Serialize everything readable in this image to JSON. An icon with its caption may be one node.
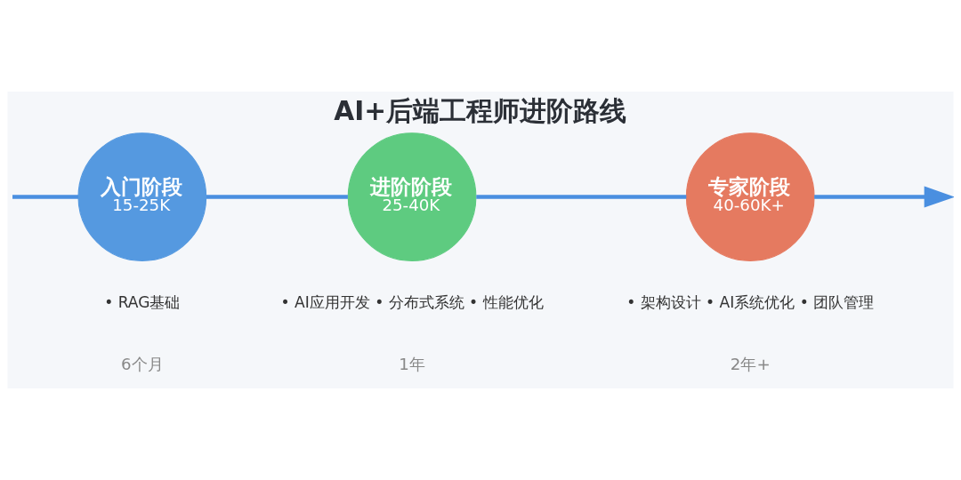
{
  "diagram": {
    "title": "AI+后端工程师进阶路线",
    "nodes": [
      {
        "text": [
          "入门阶段",
          "15-25K"
        ],
        "beside": [
          "• RAG基础",
          "6个月"
        ]
      },
      {
        "text": [
          "进阶阶段",
          "25-40K"
        ],
        "beside": [
          "• AI应用开发 • 分布式系统 • 性能优化",
          "1年"
        ]
      },
      {
        "text": [
          "专家阶段",
          "40-60K+"
        ],
        "beside": [
          "• 架构设计 • AI系统优化 • 团队管理",
          "2年+"
        ]
      }
    ],
    "edges": [
      {
        "from": null,
        "to": 0,
        "arrow": "none"
      },
      {
        "from": 0,
        "to": 1,
        "arrow": "none"
      },
      {
        "from": 1,
        "to": 2,
        "arrow": "none"
      },
      {
        "from": 2,
        "to": null,
        "arrow": "to"
      }
    ]
  }
}
